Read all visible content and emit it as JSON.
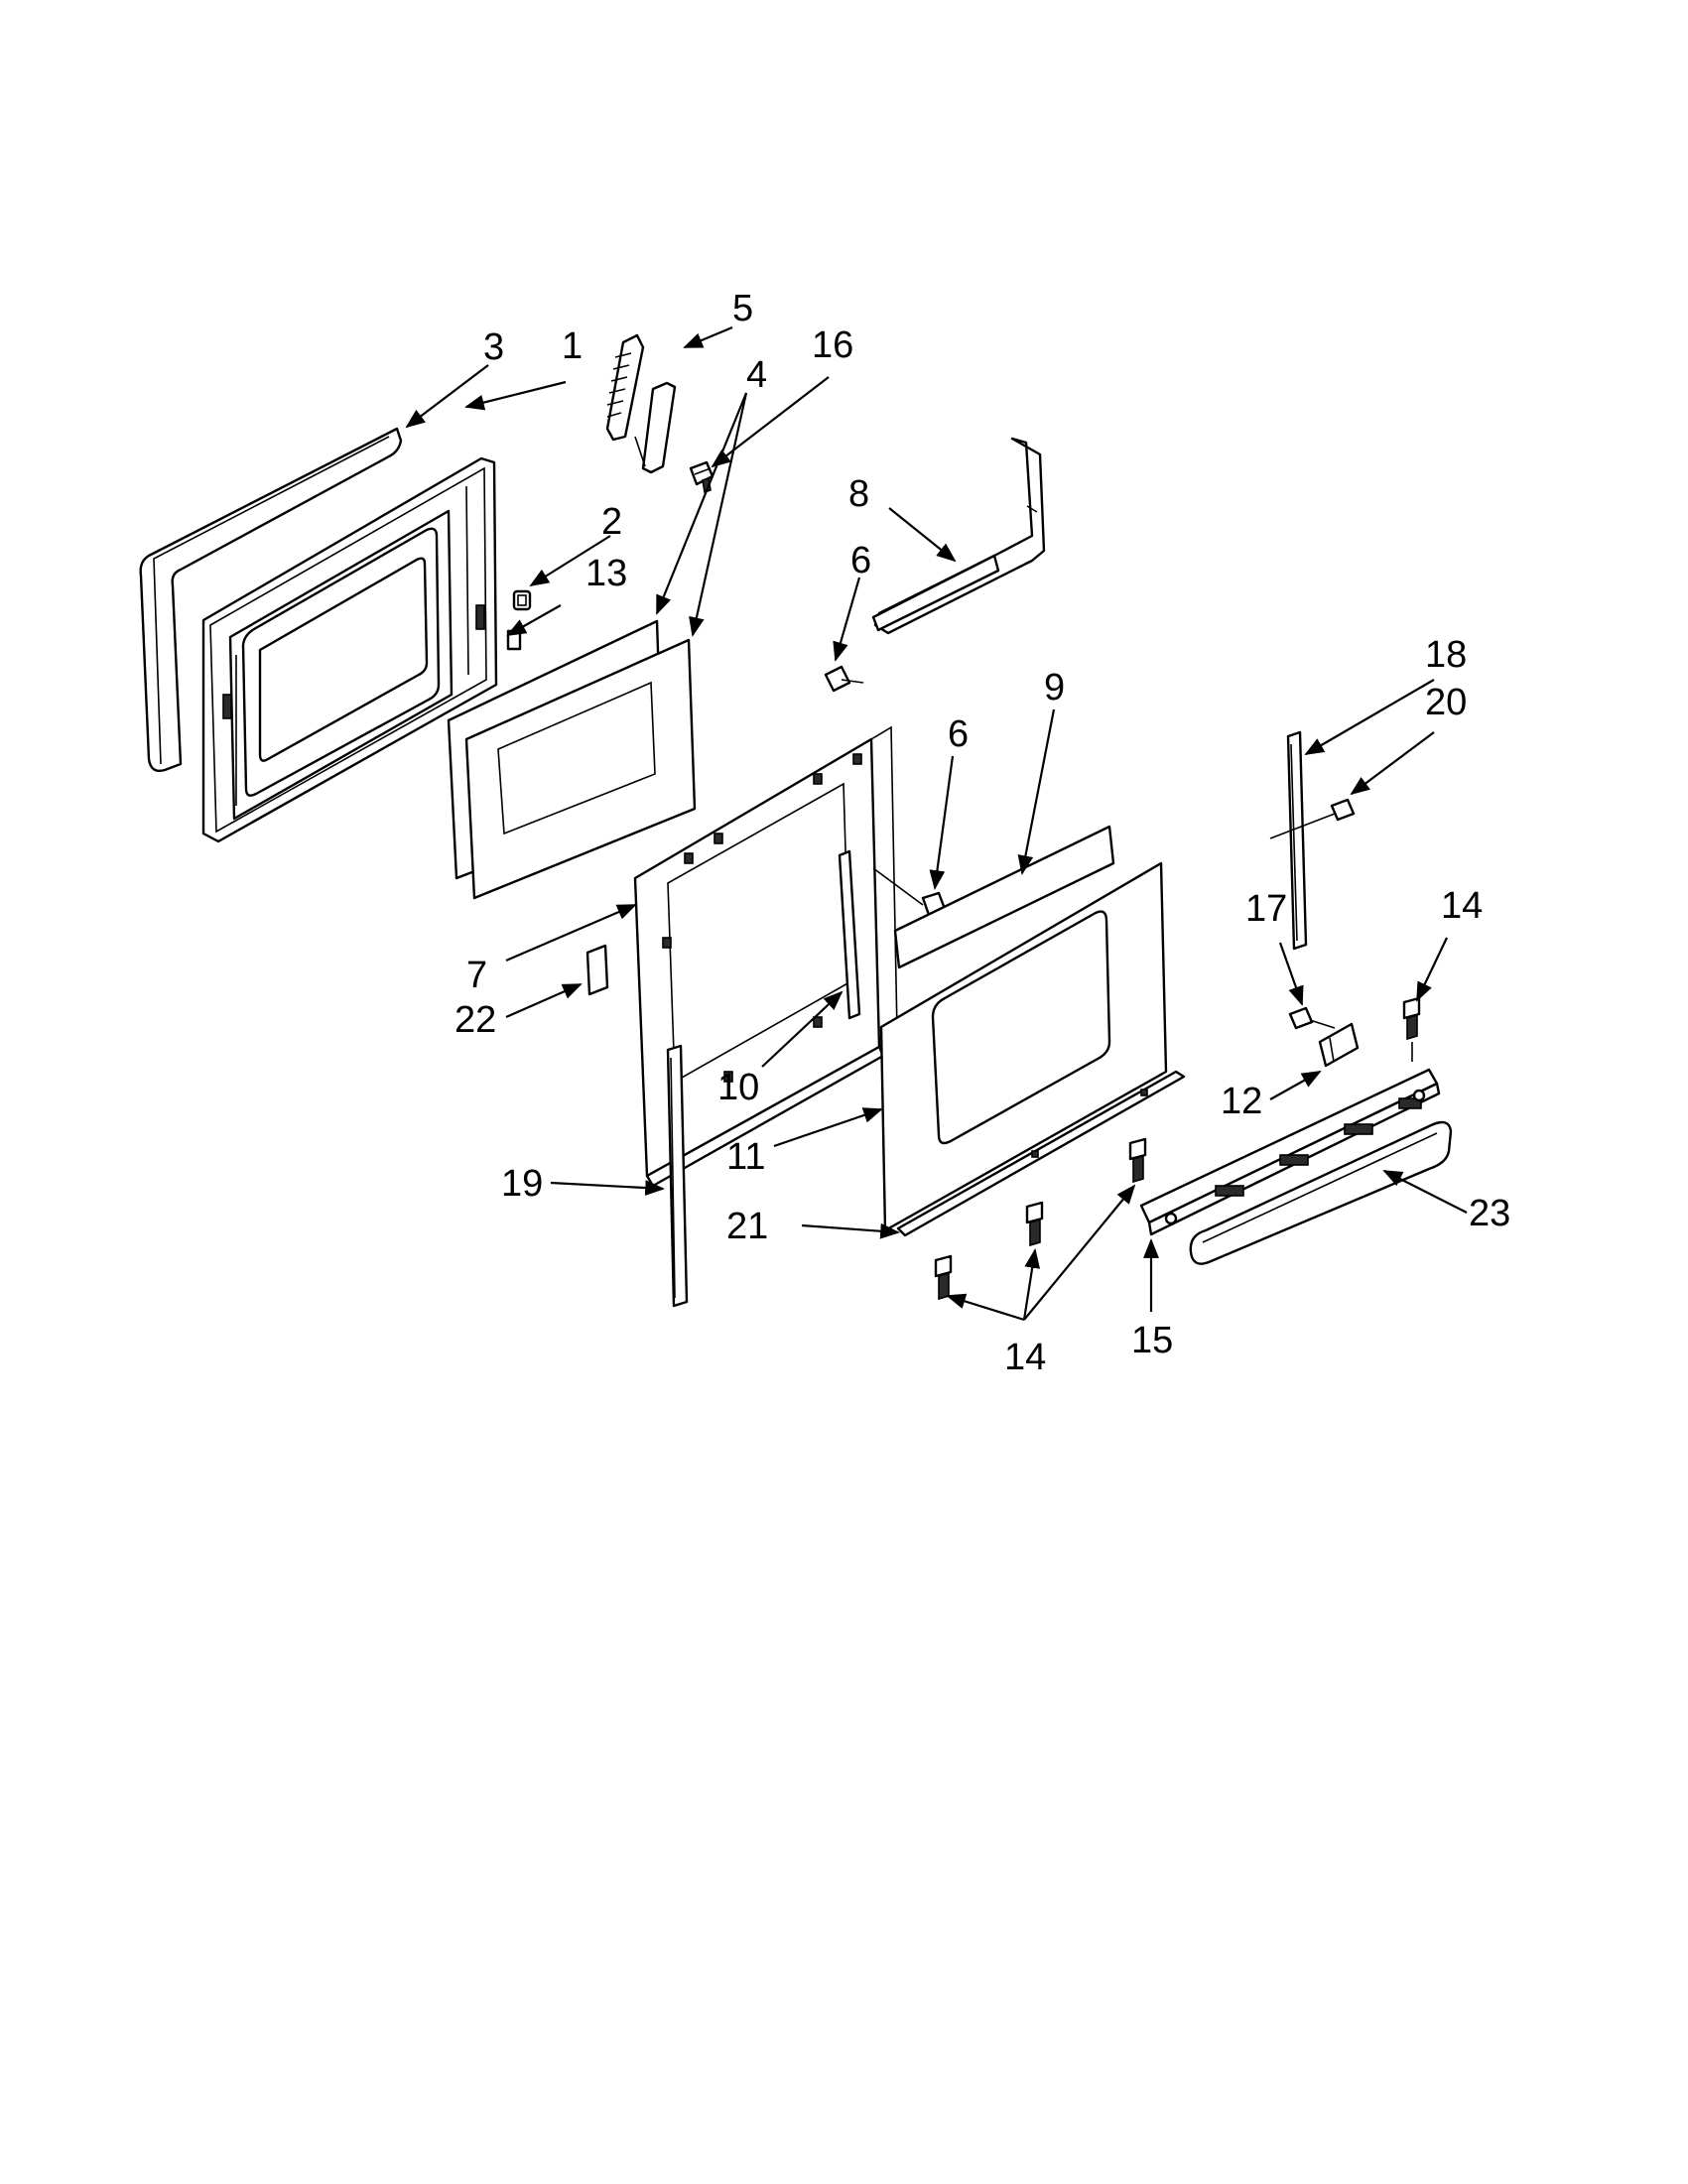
{
  "diagram": {
    "callouts": [
      {
        "id": "c1",
        "label": "1"
      },
      {
        "id": "c2",
        "label": "2"
      },
      {
        "id": "c3",
        "label": "3"
      },
      {
        "id": "c4",
        "label": "4"
      },
      {
        "id": "c5",
        "label": "5"
      },
      {
        "id": "c6a",
        "label": "6"
      },
      {
        "id": "c6b",
        "label": "6"
      },
      {
        "id": "c7",
        "label": "7"
      },
      {
        "id": "c8",
        "label": "8"
      },
      {
        "id": "c9",
        "label": "9"
      },
      {
        "id": "c10",
        "label": "10"
      },
      {
        "id": "c11",
        "label": "11"
      },
      {
        "id": "c12",
        "label": "12"
      },
      {
        "id": "c13",
        "label": "13"
      },
      {
        "id": "c14a",
        "label": "14"
      },
      {
        "id": "c14b",
        "label": "14"
      },
      {
        "id": "c15",
        "label": "15"
      },
      {
        "id": "c16",
        "label": "16"
      },
      {
        "id": "c17",
        "label": "17"
      },
      {
        "id": "c18",
        "label": "18"
      },
      {
        "id": "c19",
        "label": "19"
      },
      {
        "id": "c20",
        "label": "20"
      },
      {
        "id": "c21",
        "label": "21"
      },
      {
        "id": "c22",
        "label": "22"
      },
      {
        "id": "c23",
        "label": "23"
      }
    ]
  }
}
